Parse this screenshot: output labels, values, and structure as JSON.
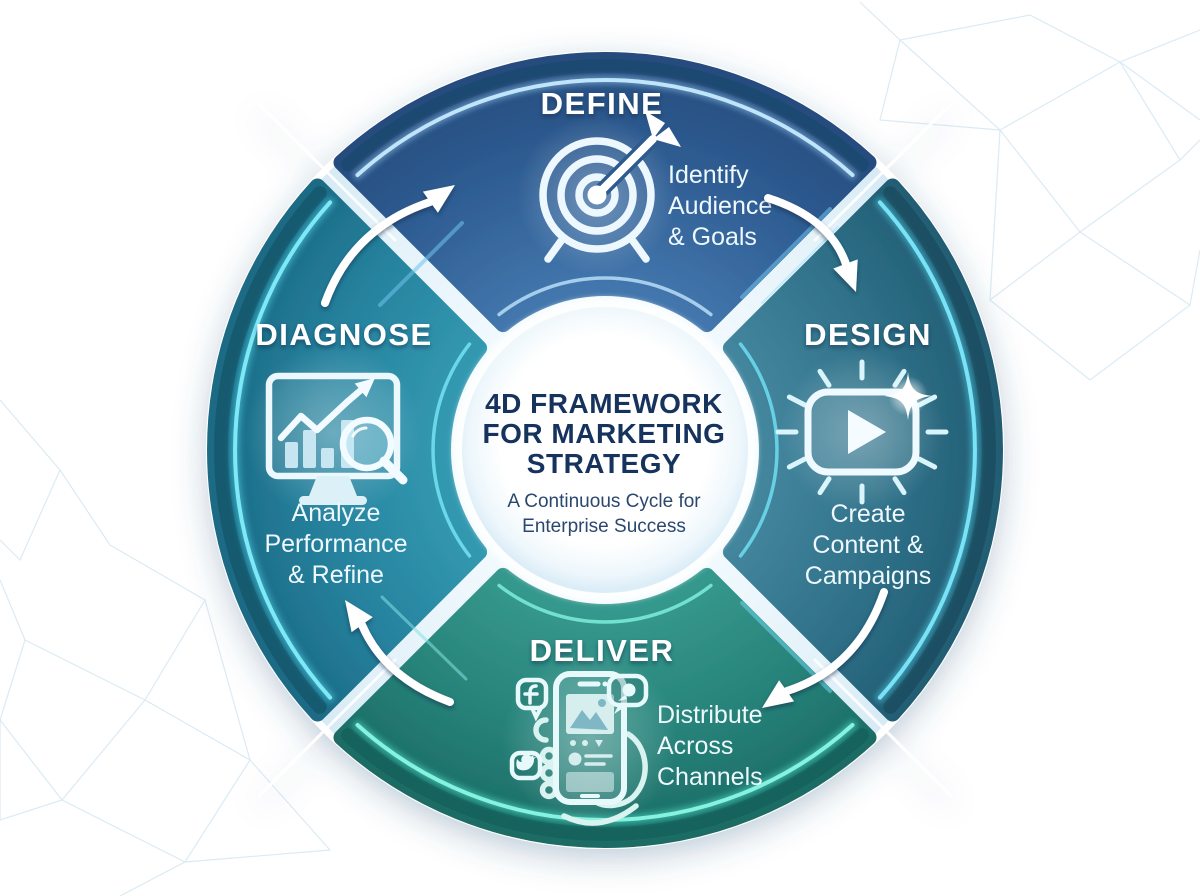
{
  "diagram_title": "4D Framework for Marketing Strategy",
  "center": {
    "title_lines": [
      "4D FRAMEWORK",
      "FOR MARKETING",
      "STRATEGY"
    ],
    "subtitle_lines": [
      "A Continuous Cycle for",
      "Enterprise Success"
    ]
  },
  "quadrants": [
    {
      "id": "define",
      "label": "DEFINE",
      "desc_lines": [
        "Identify",
        "Audience",
        "& Goals"
      ],
      "icon": "target-arrow-icon",
      "color": "#2f5f95",
      "rim_color": "#1f4871",
      "neon_color": "#9fd4f5"
    },
    {
      "id": "design",
      "label": "DESIGN",
      "desc_lines": [
        "Create",
        "Content &",
        "Campaigns"
      ],
      "icon": "video-play-icon",
      "color": "#35798f",
      "rim_color": "#1d5063",
      "neon_color": "#4fd2ec"
    },
    {
      "id": "deliver",
      "label": "DELIVER",
      "desc_lines": [
        "Distribute",
        "Across",
        "Channels"
      ],
      "icon": "phone-social-icon",
      "social_icons": [
        "facebook-icon",
        "twitter-icon",
        "chat-bubble-icon"
      ],
      "color": "#2a8a82",
      "rim_color": "#14625c",
      "neon_color": "#4fe6cf"
    },
    {
      "id": "diagnose",
      "label": "DIAGNOSE",
      "desc_lines": [
        "Analyze",
        "Performance",
        "& Refine"
      ],
      "icon": "analytics-magnifier-icon",
      "color": "#2a8ea8",
      "rim_color": "#175a70",
      "neon_color": "#4fd9ec"
    }
  ],
  "arrows": [
    {
      "name": "arrow-diagnose-to-define",
      "direction": "up-right"
    },
    {
      "name": "arrow-define-to-design",
      "direction": "down-right"
    },
    {
      "name": "arrow-design-to-deliver",
      "direction": "down-left"
    },
    {
      "name": "arrow-deliver-to-diagnose",
      "direction": "up-left"
    }
  ],
  "background": {
    "color": "#ffffff",
    "mesh_line_color": "#cfe4f0"
  }
}
